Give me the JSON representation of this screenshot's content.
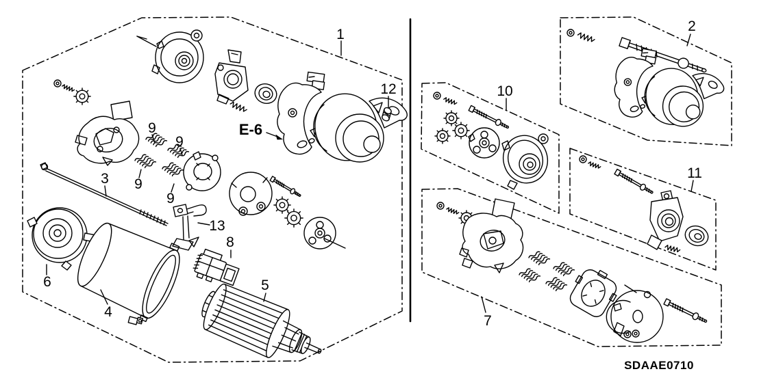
{
  "colors": {
    "background": "#ffffff",
    "ink": "#000000"
  },
  "diagram_code": "SDAAE0710",
  "reference_label": "E-6",
  "callouts": [
    "1",
    "2",
    "3",
    "4",
    "5",
    "6",
    "7",
    "8",
    "9",
    "9",
    "9",
    "9",
    "10",
    "11",
    "12",
    "13"
  ]
}
